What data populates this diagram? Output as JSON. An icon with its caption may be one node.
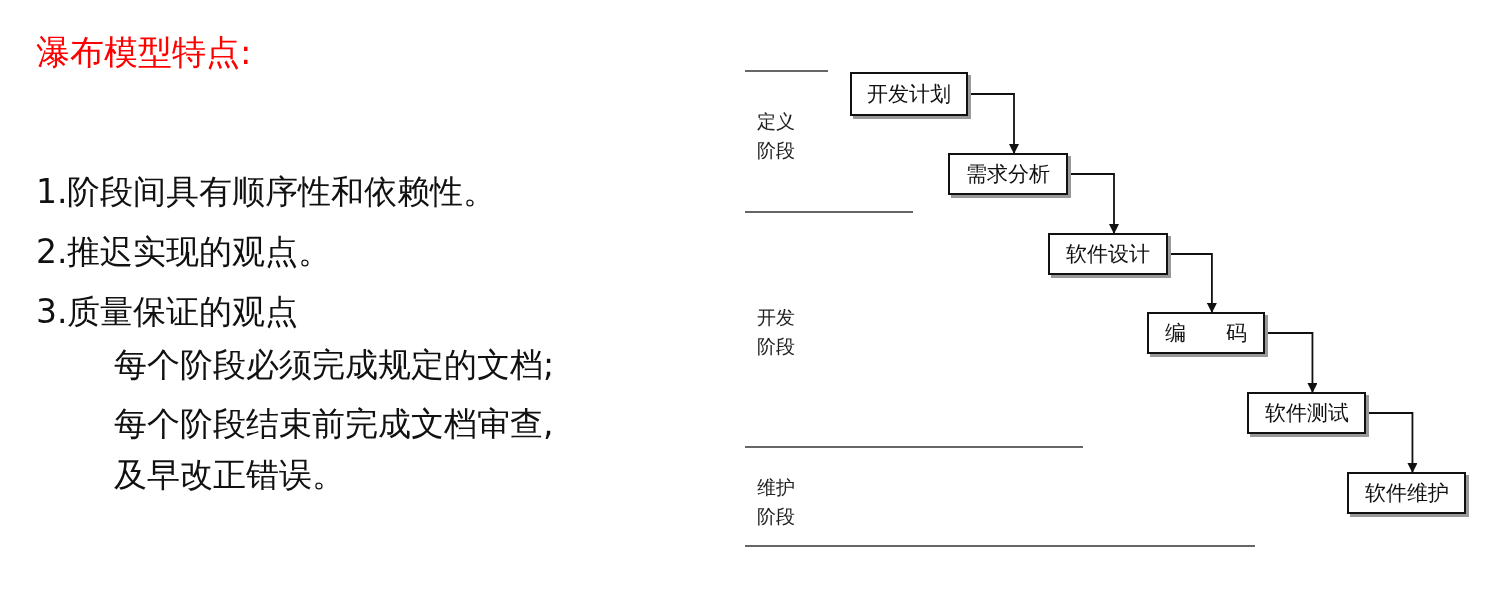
{
  "diagram": {
    "title": "瀑布模型特点:",
    "nodes": [
      {
        "text": [
          "开发计划"
        ]
      },
      {
        "text": [
          "需求分析"
        ]
      },
      {
        "text": [
          "软件设计"
        ]
      },
      {
        "text": [
          "编 码"
        ]
      },
      {
        "text": [
          "软件测试"
        ]
      },
      {
        "text": [
          "软件维护"
        ]
      }
    ],
    "edges": [
      {
        "from": 0,
        "to": 1,
        "arrow": "to"
      },
      {
        "from": 1,
        "to": 2,
        "arrow": "to"
      },
      {
        "from": 2,
        "to": 3,
        "arrow": "to"
      },
      {
        "from": 3,
        "to": 4,
        "arrow": "to"
      },
      {
        "from": 4,
        "to": 5,
        "arrow": "to"
      }
    ],
    "labels": [
      "1.阶段间具有顺序性和依赖性。",
      "2.推迟实现的观点。",
      "3.质量保证的观点",
      "每个阶段必须完成规定的文档;",
      "每个阶段结束前完成文档审查,及早改正错误。",
      "定义阶段",
      "开发阶段",
      "维护阶段"
    ]
  }
}
